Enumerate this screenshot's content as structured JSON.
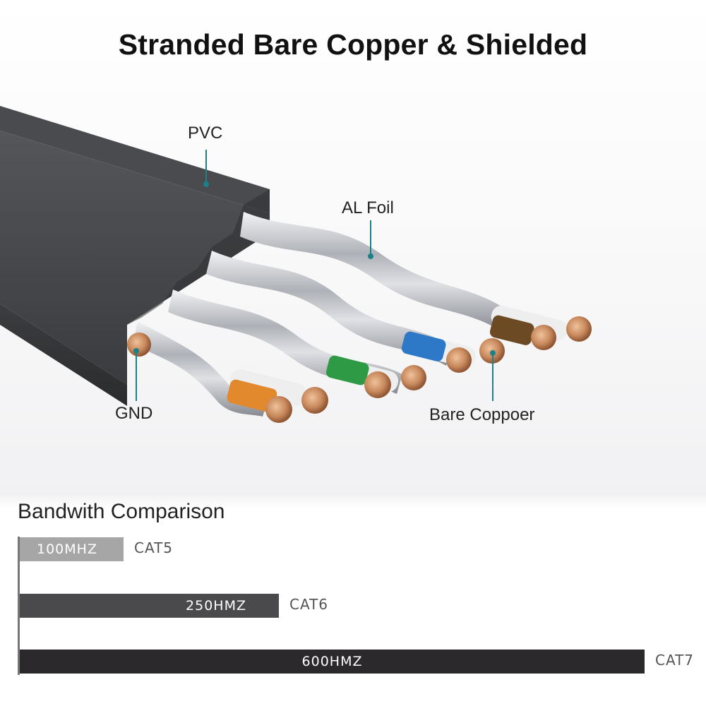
{
  "title": "Stranded Bare Copper & Shielded",
  "labels": {
    "pvc": "PVC",
    "al_foil": "AL Foil",
    "gnd": "GND",
    "bare_copper": "Bare Coppoer"
  },
  "colors": {
    "jacket": "#3b3c3f",
    "foil": "#b9bcc2",
    "copper": "#c9875a",
    "callout_line": "#1d7f88",
    "pair_colors": [
      "#e2892d",
      "#2f9a45",
      "#2e78c8",
      "#6b4a24"
    ]
  },
  "bandwidth": {
    "title": "Bandwith Comparison",
    "bars": [
      {
        "value_label": "100MHZ",
        "category": "CAT5",
        "value": 100,
        "color": "#a6a6a6"
      },
      {
        "value_label": "250HMZ",
        "category": "CAT6",
        "value": 250,
        "color": "#4a4a4d"
      },
      {
        "value_label": "600HMZ",
        "category": "CAT7",
        "value": 600,
        "color": "#2b292c"
      }
    ]
  }
}
